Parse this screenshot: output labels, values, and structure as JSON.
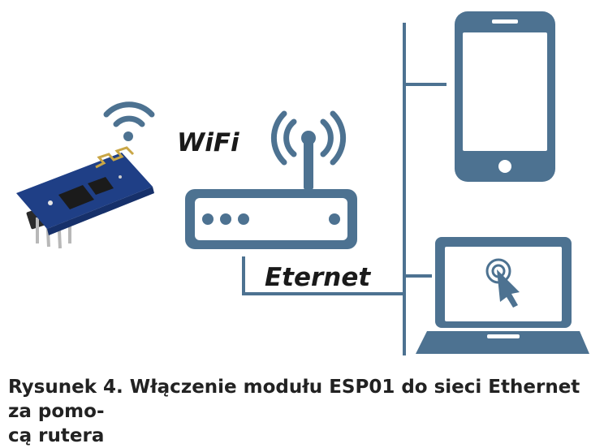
{
  "labels": {
    "wifi": "WiFi",
    "ethernet": "Eternet"
  },
  "caption": {
    "line1": "Rysunek 4. Włączenie modułu ESP01 do sieci Ethernet za pomo-",
    "line2": "cą rutera"
  },
  "colors": {
    "device": "#4d7291",
    "screen": "#ffffff",
    "pcb_blue": "#1f3f86",
    "chip": "#1b1b1b",
    "pins": "#2a2a2a",
    "gold": "#c9a646",
    "text": "#1a1a1a",
    "caption": "#222222"
  }
}
